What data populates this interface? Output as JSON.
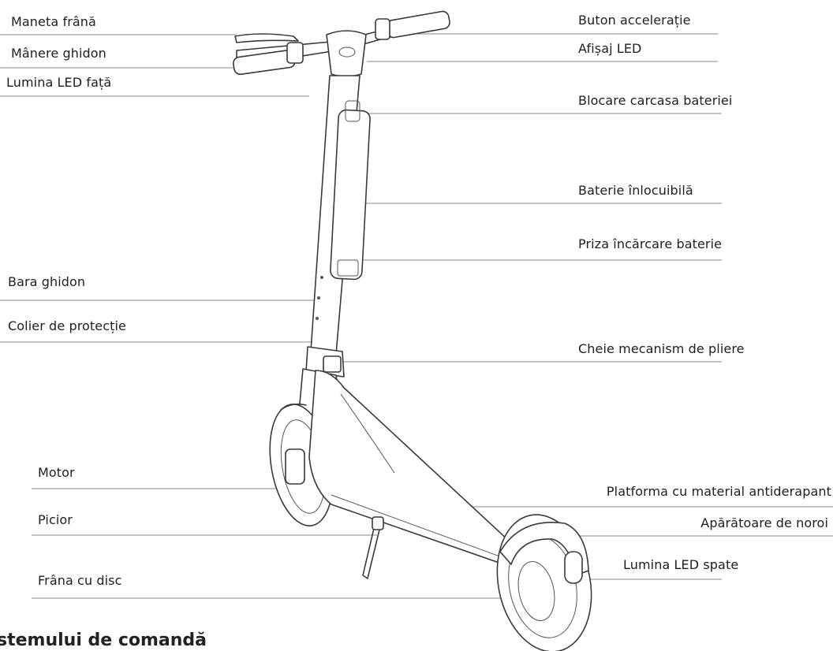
{
  "labels_left": [
    {
      "id": "maneta-frana",
      "text": "Maneta frână"
    },
    {
      "id": "manere-ghidon",
      "text": "Mânere ghidon"
    },
    {
      "id": "lumina-led-fata",
      "text": "Lumina LED față"
    },
    {
      "id": "bara-ghidon",
      "text": "Bara ghidon"
    },
    {
      "id": "colier-protectie",
      "text": "Colier de protecție"
    },
    {
      "id": "motor",
      "text": "Motor"
    },
    {
      "id": "picior",
      "text": "Picior"
    },
    {
      "id": "frana-disc",
      "text": "Frâna cu disc"
    }
  ],
  "labels_right": [
    {
      "id": "buton-acceleratie",
      "text": "Buton accelerație"
    },
    {
      "id": "afisaj-led",
      "text": "Afișaj LED"
    },
    {
      "id": "blocare-carcasa",
      "text": "Blocare carcasa bateriei"
    },
    {
      "id": "baterie",
      "text": "Baterie înlocuibilă"
    },
    {
      "id": "priza-incarcare",
      "text": "Priza încărcare baterie"
    },
    {
      "id": "cheie-pliere",
      "text": "Cheie mecanism de pliere"
    },
    {
      "id": "platforma",
      "text": "Platforma cu material antiderapant"
    },
    {
      "id": "aparatoare",
      "text": "Apărătoare de noroi"
    },
    {
      "id": "lumina-led-spate",
      "text": "Lumina LED spate"
    }
  ],
  "footer": {
    "heading": "stemului de comandă"
  },
  "colors": {
    "line": "#3a3a3a",
    "leader": "#8a8a8a",
    "text": "#1e1e1e"
  }
}
